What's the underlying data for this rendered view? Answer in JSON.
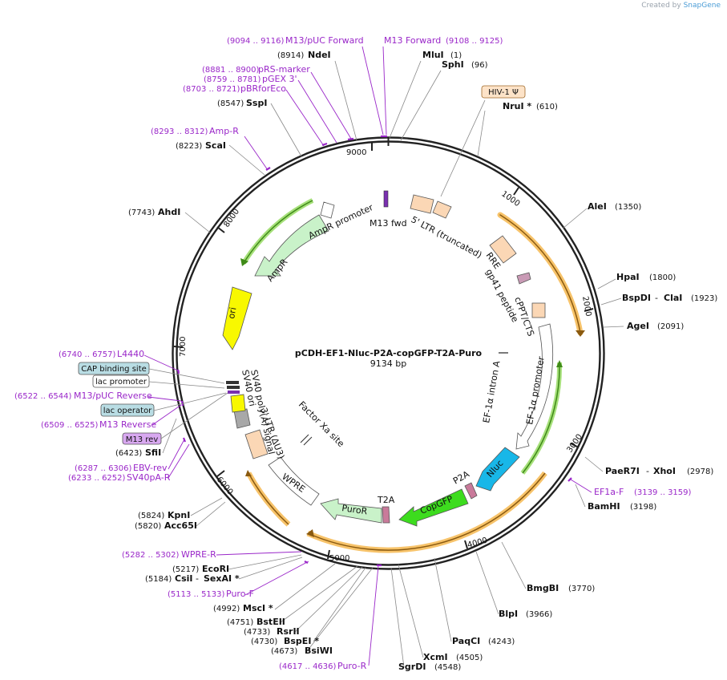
{
  "credit": {
    "created_by": "Created by",
    "brand": "SnapGene"
  },
  "plasmid": {
    "name": "pCDH-EF1-Nluc-P2A-copGFP-T2A-Puro",
    "size_label": "9134 bp",
    "length": 9134
  },
  "ticks": [
    "1000",
    "2000",
    "3000",
    "4000",
    "5000",
    "6000",
    "7000",
    "8000",
    "9000"
  ],
  "features": [
    {
      "label": "AmpR promoter"
    },
    {
      "label": "AmpR"
    },
    {
      "label": "ori"
    },
    {
      "label": "M13 fwd"
    },
    {
      "label": "5' LTR (truncated)"
    },
    {
      "label": "RRE"
    },
    {
      "label": "gp41 peptide"
    },
    {
      "label": "cPPT/CTS"
    },
    {
      "label": "EF-1α intron A"
    },
    {
      "label": "EF-1α promoter"
    },
    {
      "label": "Nluc"
    },
    {
      "label": "P2A"
    },
    {
      "label": "CopGFP"
    },
    {
      "label": "T2A"
    },
    {
      "label": "PuroR"
    },
    {
      "label": "WPRE"
    },
    {
      "label": "3' LTR (ΔU3)"
    },
    {
      "label": "SV40 poly(A) signal"
    },
    {
      "label": "SV40 ori"
    },
    {
      "label": "Factor Xa site"
    }
  ],
  "enzymes": [
    {
      "name": "NdeI",
      "pos": "(8914)"
    },
    {
      "name": "MluI",
      "pos": "(1)"
    },
    {
      "name": "SphI",
      "pos": "(96)"
    },
    {
      "name": "NruI *",
      "pos": "(610)"
    },
    {
      "name": "AleI",
      "pos": "(1350)"
    },
    {
      "name": "HpaI",
      "pos": "(1800)"
    },
    {
      "name": "BspDI",
      "name2": "ClaI",
      "pos": "(1923)"
    },
    {
      "name": "AgeI",
      "pos": "(2091)"
    },
    {
      "name": "PaeR7I",
      "name2": "XhoI",
      "pos": "(2978)"
    },
    {
      "name": "BamHI",
      "pos": "(3198)"
    },
    {
      "name": "BmgBI",
      "pos": "(3770)"
    },
    {
      "name": "BlpI",
      "pos": "(3966)"
    },
    {
      "name": "PaqCI",
      "pos": "(4243)"
    },
    {
      "name": "XcmI",
      "pos": "(4505)"
    },
    {
      "name": "SgrDI",
      "pos": "(4548)"
    },
    {
      "name": "BsiWI",
      "pos": "(4673)"
    },
    {
      "name": "BspEI *",
      "pos": "(4730)"
    },
    {
      "name": "RsrII",
      "pos": "(4733)"
    },
    {
      "name": "BstEII",
      "pos": "(4751)"
    },
    {
      "name": "MscI *",
      "pos": "(4992)"
    },
    {
      "name": "CsiI",
      "name2": "SexAI *",
      "pos": "(5184)"
    },
    {
      "name": "EcoRI",
      "pos": "(5217)"
    },
    {
      "name": "Acc65I",
      "pos": "(5820)"
    },
    {
      "name": "KpnI",
      "pos": "(5824)"
    },
    {
      "name": "SfiI",
      "pos": "(6423)"
    },
    {
      "name": "AhdI",
      "pos": "(7743)"
    },
    {
      "name": "ScaI",
      "pos": "(8223)"
    },
    {
      "name": "SspI",
      "pos": "(8547)"
    }
  ],
  "primers": [
    {
      "name": "M13/pUC Forward",
      "pos": "(9094 .. 9116)"
    },
    {
      "name": "M13 Forward",
      "pos": "(9108 .. 9125)"
    },
    {
      "name": "pRS-marker",
      "pos": "(8881 .. 8900)"
    },
    {
      "name": "pGEX 3'",
      "pos": "(8759 .. 8781)"
    },
    {
      "name": "pBRforEco",
      "pos": "(8703 .. 8721)"
    },
    {
      "name": "Amp-R",
      "pos": "(8293 .. 8312)"
    },
    {
      "name": "L4440",
      "pos": "(6740 .. 6757)"
    },
    {
      "name": "M13/pUC Reverse",
      "pos": "(6522 .. 6544)"
    },
    {
      "name": "M13 Reverse",
      "pos": "(6509 .. 6525)"
    },
    {
      "name": "EBV-rev",
      "pos": "(6287 .. 6306)"
    },
    {
      "name": "SV40pA-R",
      "pos": "(6233 .. 6252)"
    },
    {
      "name": "WPRE-R",
      "pos": "(5282 .. 5302)"
    },
    {
      "name": "Puro-F",
      "pos": "(5113 .. 5133)"
    },
    {
      "name": "Puro-R",
      "pos": "(4617 .. 4636)"
    },
    {
      "name": "EF1a-F",
      "pos": "(3139 .. 3159)"
    }
  ],
  "boxes": {
    "hiv": "HIV-1 Ψ",
    "cap": "CAP binding site",
    "lacp": "lac promoter",
    "laco": "lac operator",
    "m13rev": "M13 rev"
  },
  "colors": {
    "backbone": "#222222",
    "primer": "#9a27c9",
    "orange_track": "#f7c36a",
    "green_track": "#a6e07a",
    "nluc": "#18b7e8",
    "copgfp": "#3ddc1e",
    "ori": "#f8f800",
    "ampr": "#c9f2c9",
    "ltr": "#fbd7b5"
  }
}
